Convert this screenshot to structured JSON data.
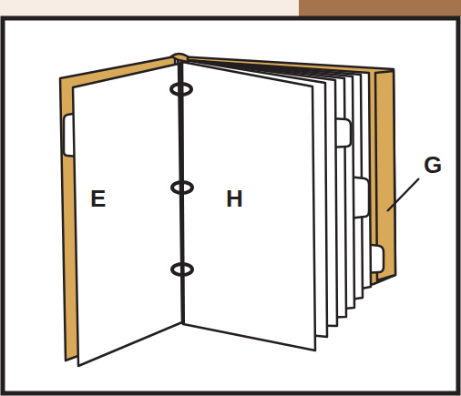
{
  "diagram": {
    "labels": [
      "E",
      "H",
      "G"
    ]
  }
}
